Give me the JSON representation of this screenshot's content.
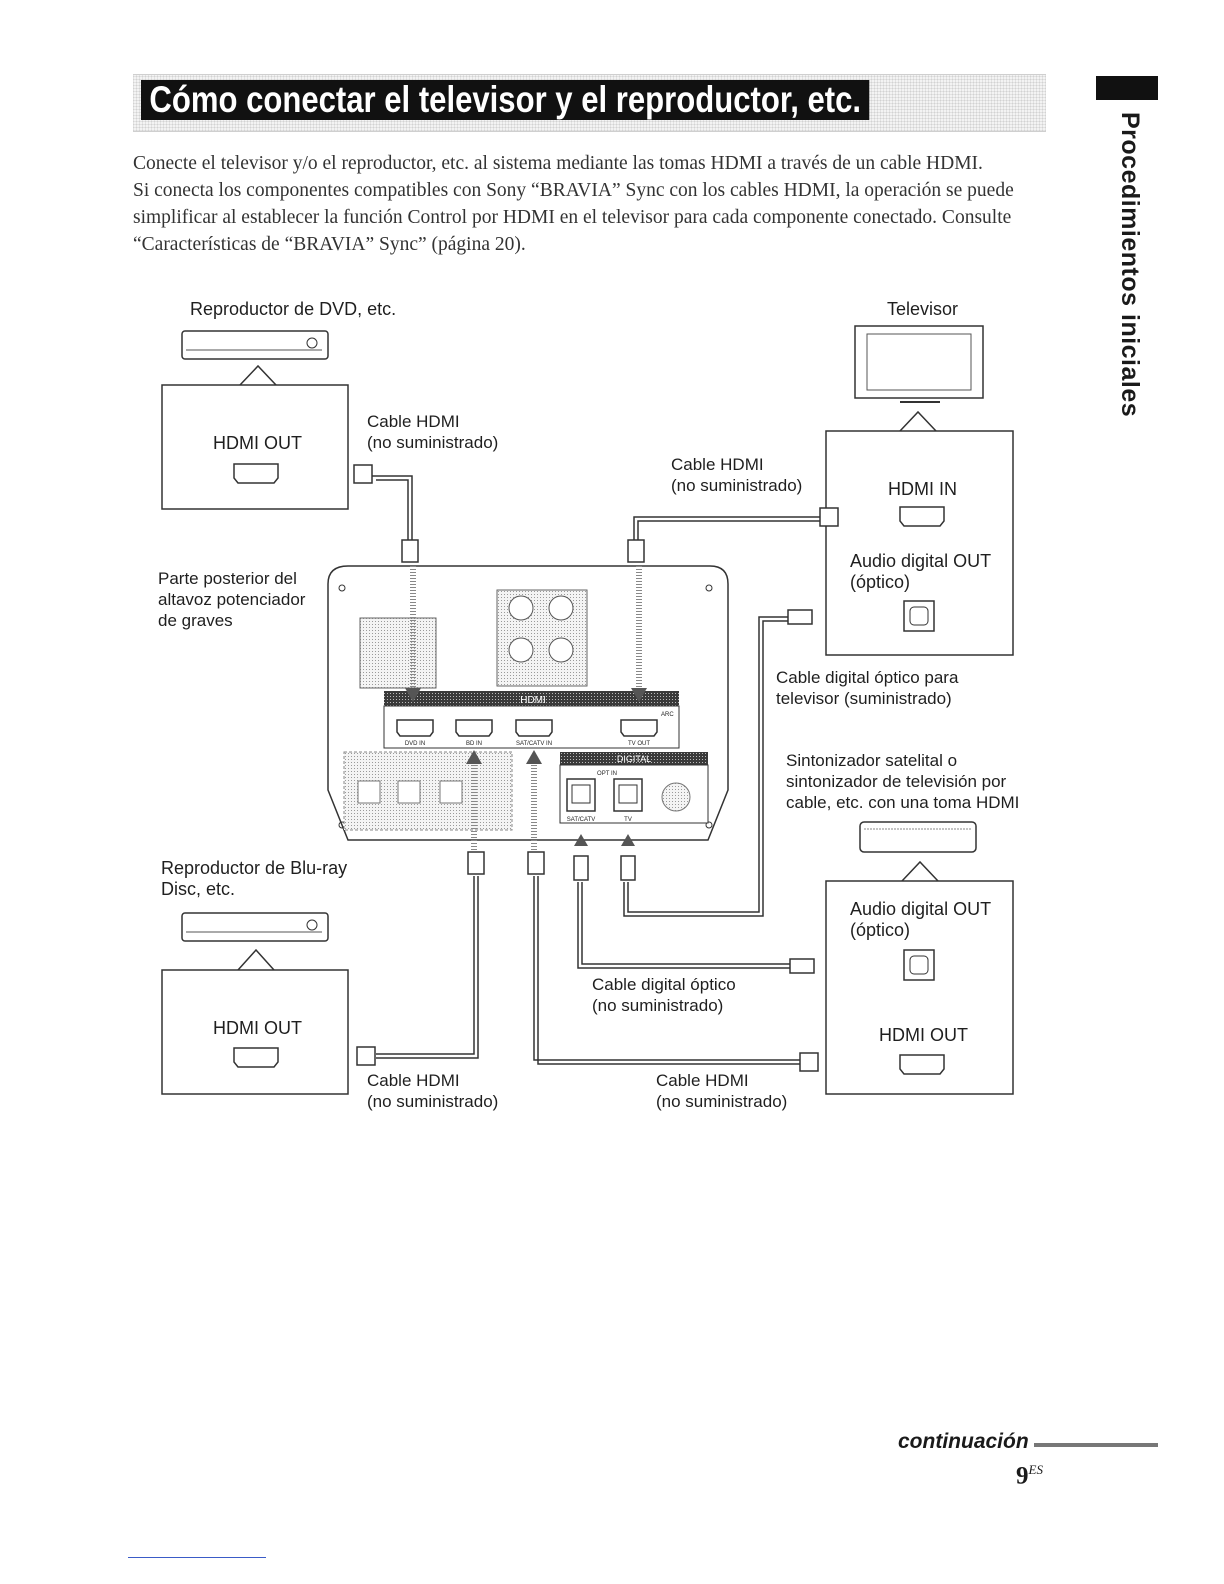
{
  "page": {
    "title": "Cómo conectar el televisor y el reproductor, etc.",
    "side_tab_label": "Procedimientos iniciales",
    "intro": [
      "Conecte el televisor y/o el reproductor, etc. al sistema mediante las tomas HDMI a través de un cable HDMI.",
      "Si conecta los componentes compatibles con Sony “BRAVIA” Sync con los cables HDMI, la operación se puede simplificar al establecer la función Control por HDMI en el televisor para cada componente conectado. Consulte “Características de “BRAVIA” Sync” (página 20)."
    ],
    "footer": {
      "continuation": "continuación",
      "page_number": "9",
      "page_suffix": "ES"
    }
  },
  "diagram": {
    "dvd_player": {
      "label": "Reproductor de DVD, etc.",
      "port": "HDMI OUT"
    },
    "tv": {
      "label": "Televisor",
      "port_hdmi": "HDMI IN",
      "port_audio": [
        "Audio digital OUT",
        "(óptico)"
      ]
    },
    "subwoofer": {
      "label": [
        "Parte posterior del",
        "altavoz potenciador",
        "de graves"
      ],
      "hdmi_header": "HDMI",
      "hdmi_ports": [
        "DVD IN",
        "BD IN",
        "SAT/CATV IN",
        "TV OUT"
      ],
      "arc_label": "ARC",
      "digital_header": "DIGITAL",
      "optical_header": "OPT IN",
      "optical_ports": [
        "SAT/CATV",
        "TV"
      ]
    },
    "satellite": {
      "label": [
        "Sintonizador satelital o",
        "sintonizador de televisión por",
        "cable, etc. con una toma HDMI"
      ],
      "port_audio": [
        "Audio digital OUT",
        "(óptico)"
      ],
      "port_hdmi": "HDMI OUT"
    },
    "bluray": {
      "label": [
        "Reproductor de Blu-ray",
        "Disc, etc."
      ],
      "port": "HDMI OUT"
    },
    "cables": {
      "hdmi_dvd": [
        "Cable HDMI",
        "(no suministrado)"
      ],
      "hdmi_tv": [
        "Cable HDMI",
        "(no suministrado)"
      ],
      "optical_tv": [
        "Cable digital óptico para",
        "televisor (suministrado)"
      ],
      "optical_sat": [
        "Cable digital óptico",
        "(no suministrado)"
      ],
      "hdmi_bd": [
        "Cable HDMI",
        "(no suministrado)"
      ],
      "hdmi_sat": [
        "Cable HDMI",
        "(no suministrado)"
      ]
    }
  }
}
